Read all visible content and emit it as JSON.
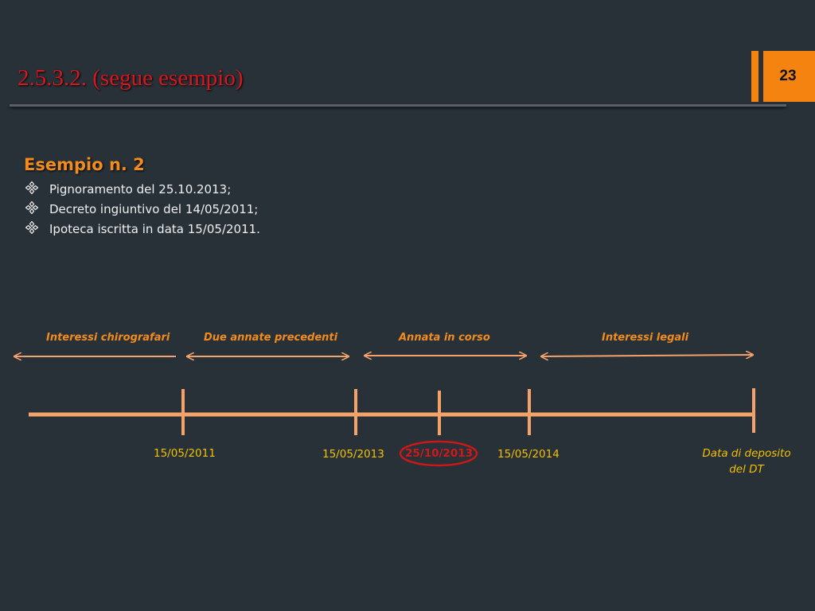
{
  "slide": {
    "title": "2.5.3.2. (segue esempio)",
    "number": "23"
  },
  "example": {
    "heading": "Esempio n. 2",
    "bullets": [
      "Pignoramento del 25.10.2013;",
      "Decreto ingiuntivo del 14/05/2011;",
      "Ipoteca iscritta in data 15/05/2011."
    ]
  },
  "timeline": {
    "periods": [
      "Interessi chirografari",
      "Due annate precedenti",
      "Annata in corso",
      "Interessi legali"
    ],
    "dates": [
      "15/05/2011",
      "15/05/2013",
      "25/10/2013",
      "15/05/2014"
    ],
    "end_label_line1": "Data di deposito",
    "end_label_line2": "del DT",
    "highlighted_date": "25/10/2013"
  },
  "colors": {
    "background": "#283038",
    "title": "#d4181e",
    "accent_orange": "#f5830f",
    "heading_orange": "#f28c1e",
    "timeline": "#f4a26a",
    "date_yellow": "#f2c100",
    "highlight_red": "#d01a1a"
  },
  "icons": {
    "bullet": "four-diamond-bullet-icon"
  }
}
